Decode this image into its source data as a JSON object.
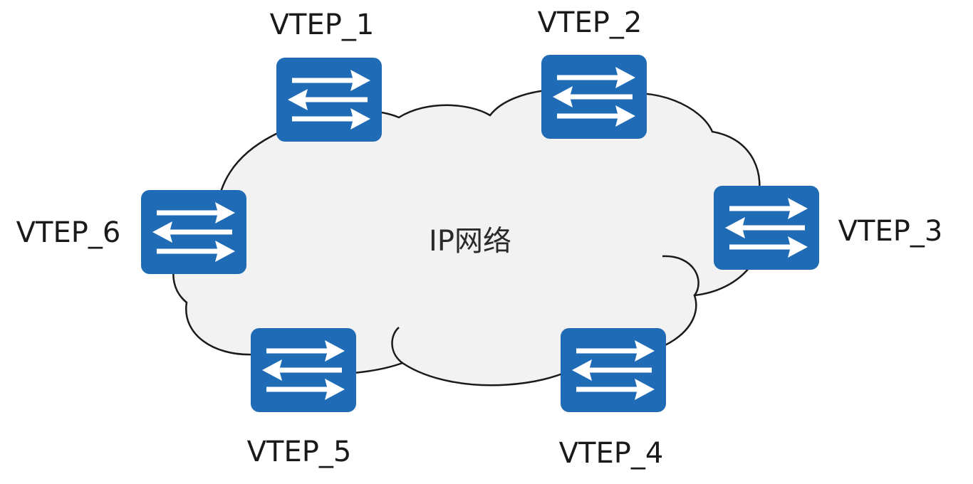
{
  "diagram": {
    "cloud_label": "IP网络",
    "colors": {
      "cloud_fill": "#f2f2f2",
      "cloud_stroke": "#1a1a1a",
      "switch": "#1f6bb5",
      "arrow": "#ffffff"
    },
    "nodes": [
      {
        "id": "vtep-1",
        "label": "VTEP_1",
        "icon": "switch-icon"
      },
      {
        "id": "vtep-2",
        "label": "VTEP_2",
        "icon": "switch-icon"
      },
      {
        "id": "vtep-3",
        "label": "VTEP_3",
        "icon": "switch-icon"
      },
      {
        "id": "vtep-4",
        "label": "VTEP_4",
        "icon": "switch-icon"
      },
      {
        "id": "vtep-5",
        "label": "VTEP_5",
        "icon": "switch-icon"
      },
      {
        "id": "vtep-6",
        "label": "VTEP_6",
        "icon": "switch-icon"
      }
    ]
  }
}
